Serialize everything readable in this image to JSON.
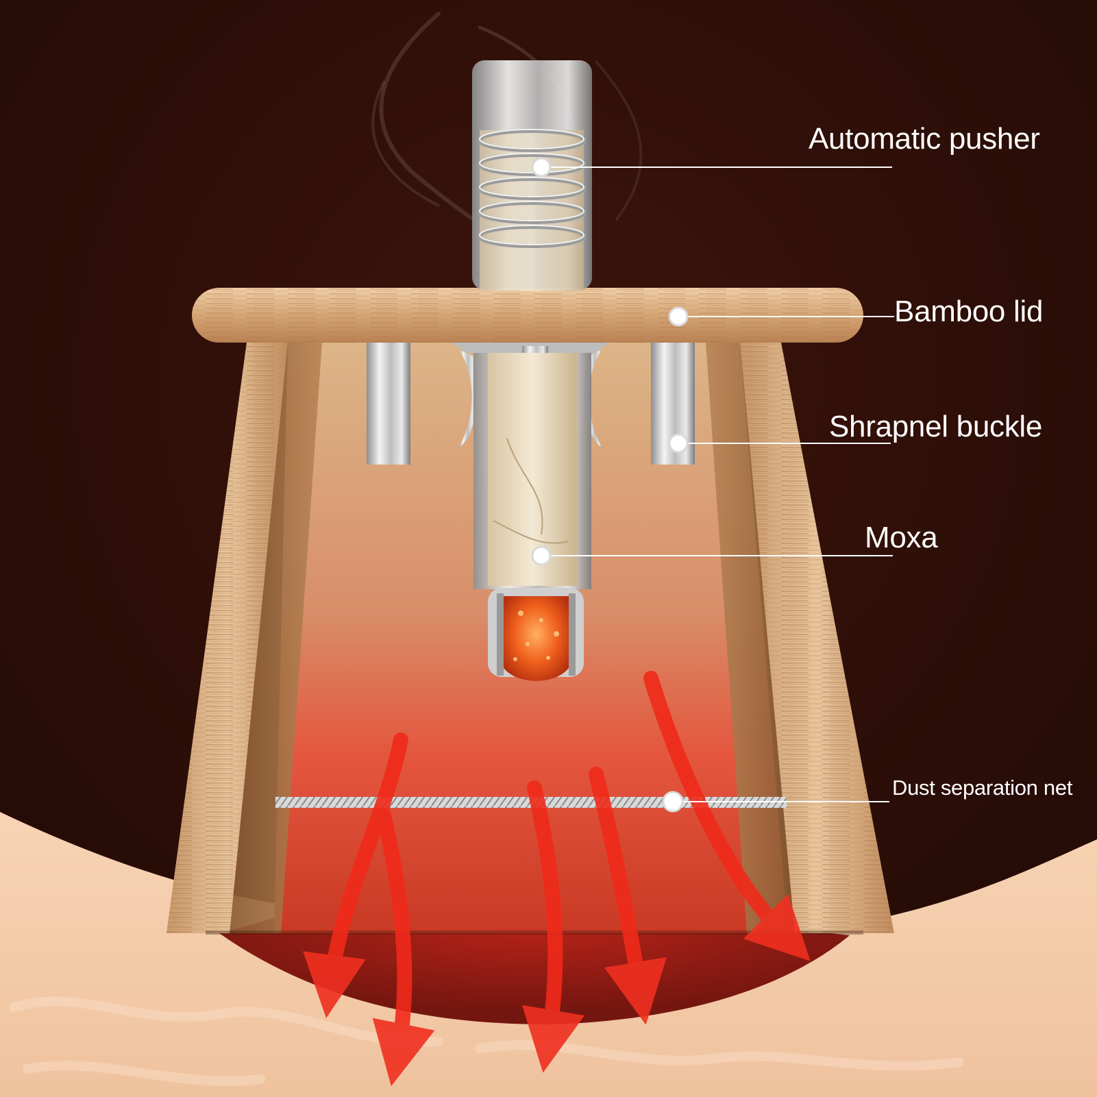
{
  "labels": {
    "automatic_pusher": "Automatic pusher",
    "bamboo_lid": "Bamboo lid",
    "shrapnel_buckle": "Shrapnel buckle",
    "moxa": "Moxa",
    "dust_separation_net": "Dust separation net"
  },
  "colors": {
    "background": "#2a0d07",
    "skin": "#f3cba9",
    "wood": "#d7a978",
    "heat_arrow": "#f02a1a",
    "metal": "#c9c9c9",
    "label_text": "#ffffff"
  }
}
